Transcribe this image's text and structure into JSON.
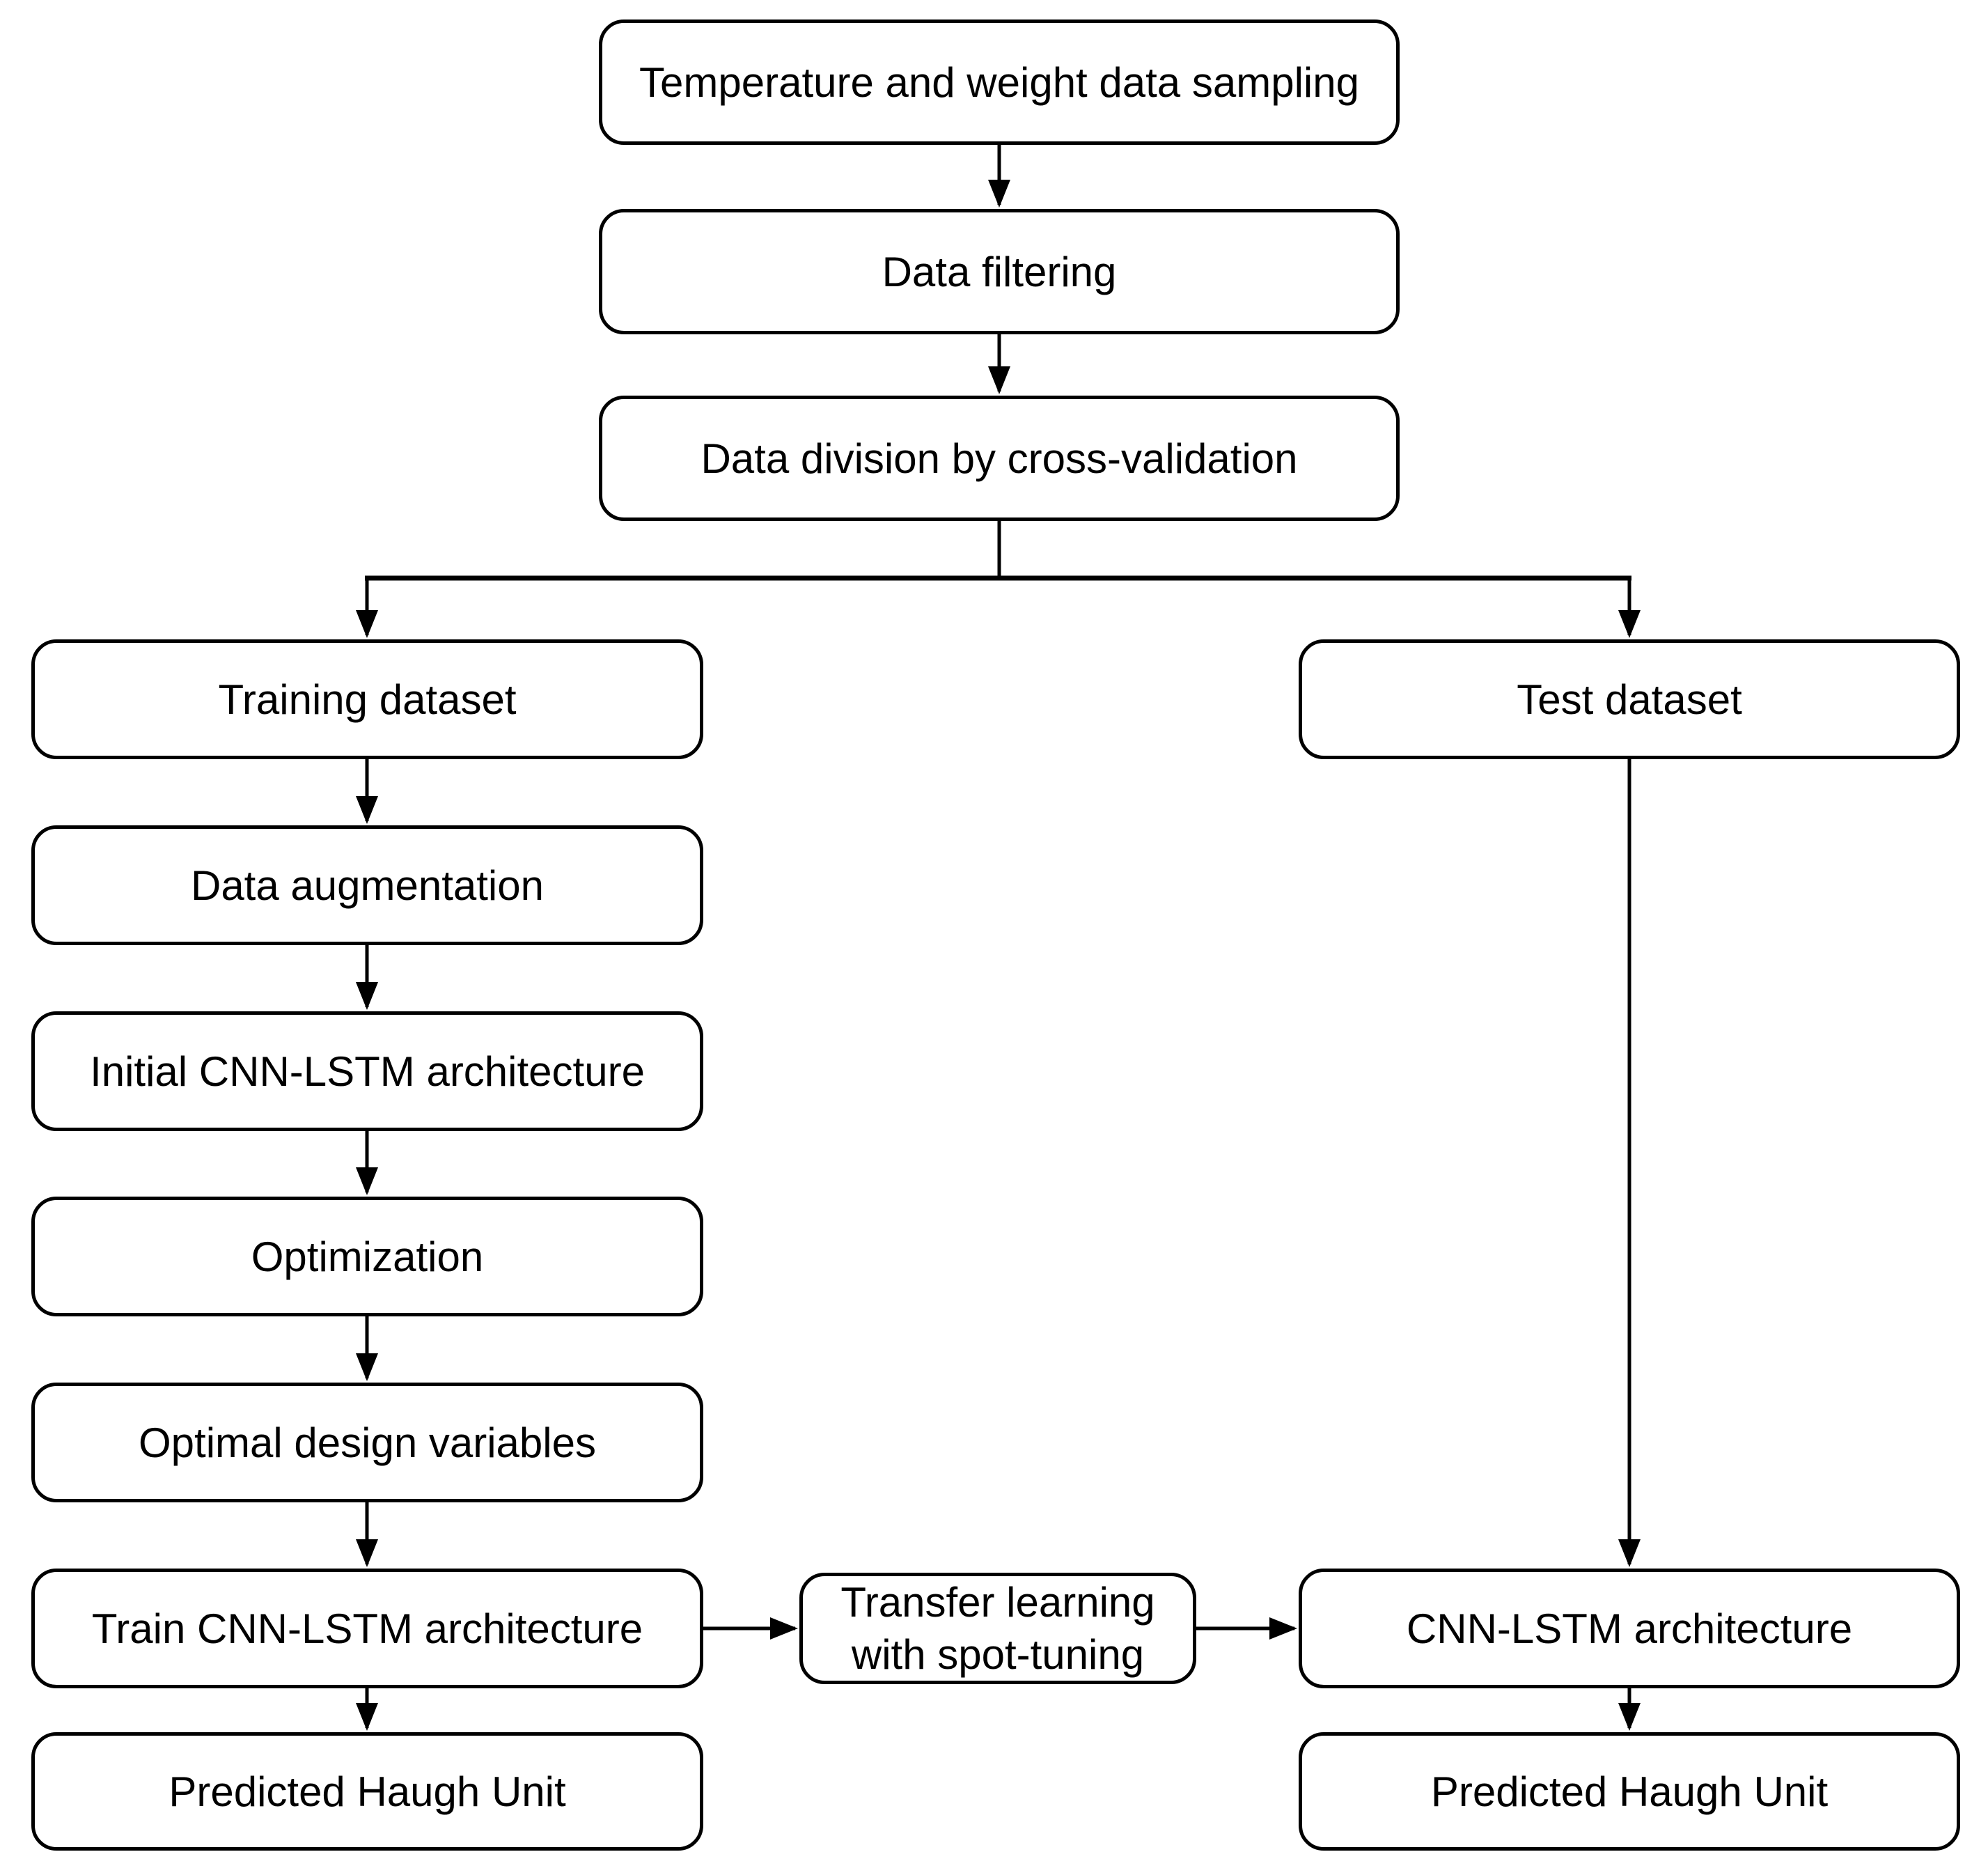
{
  "diagram": {
    "background_color": "#ffffff",
    "box_fill_color": "#ffffff",
    "box_border_color": "#000000",
    "line_color": "#000000",
    "text_color": "#000000",
    "nodes": {
      "sampling": {
        "label": "Temperature and weight data sampling"
      },
      "filtering": {
        "label": "Data filtering"
      },
      "division": {
        "label": "Data division by cross-validation"
      },
      "training_dataset": {
        "label": "Training dataset"
      },
      "data_augmentation": {
        "label": "Data augmentation"
      },
      "initial_architecture": {
        "label": "Initial CNN-LSTM architecture"
      },
      "optimization": {
        "label": "Optimization"
      },
      "optimal_design_variables": {
        "label": "Optimal design variables"
      },
      "train_architecture": {
        "label": "Train CNN-LSTM architecture"
      },
      "predicted_haugh_unit_train": {
        "label": "Predicted Haugh Unit"
      },
      "transfer_learning": {
        "label": "Transfer learning with spot-tuning"
      },
      "test_dataset": {
        "label": "Test dataset"
      },
      "cnn_lstm_architecture": {
        "label": "CNN-LSTM architecture"
      },
      "predicted_haugh_unit_test": {
        "label": "Predicted Haugh Unit"
      }
    }
  }
}
